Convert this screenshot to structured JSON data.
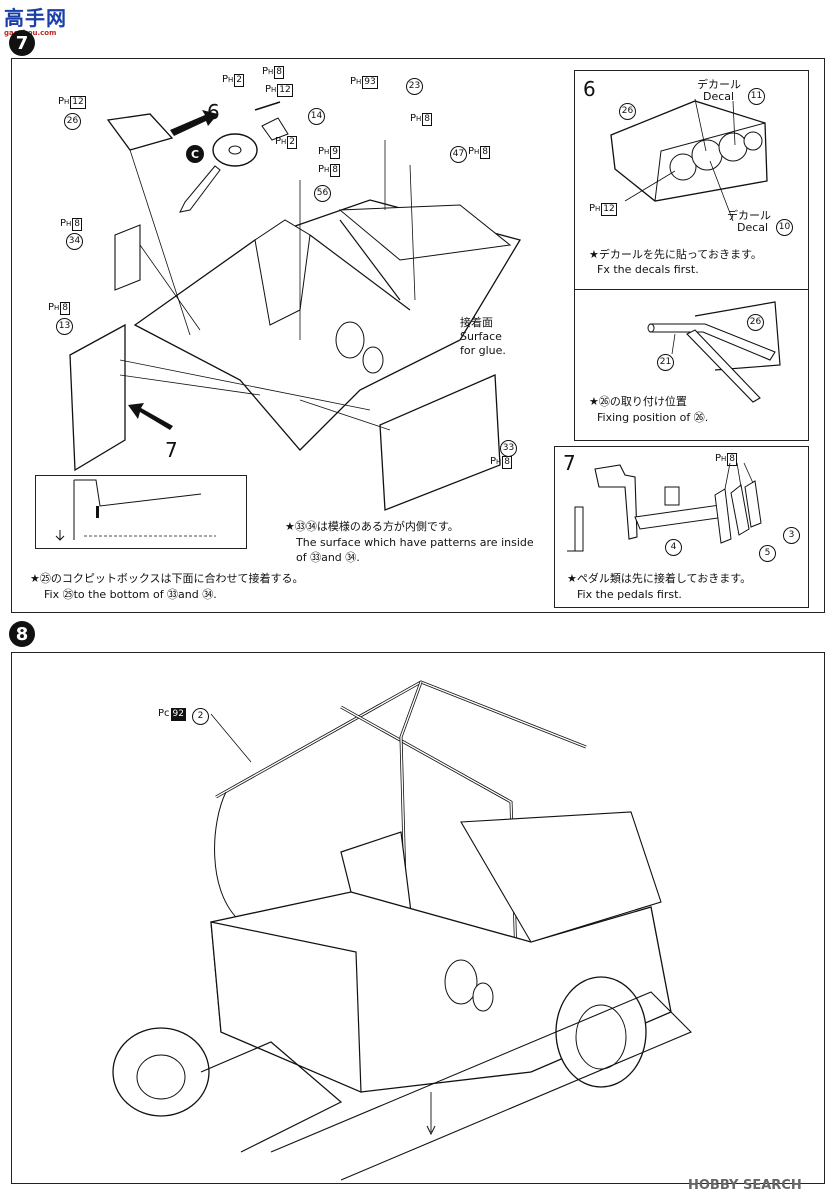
{
  "watermark_top": {
    "title": "高手网",
    "subtitle": "gaoshou.com"
  },
  "watermark_bottom": "HOBBY SEARCH",
  "step7": {
    "number": "7",
    "parts": {
      "p26": "26",
      "p14": "14",
      "p56": "56",
      "p23": "23",
      "p47": "47",
      "p34": "34",
      "p13": "13",
      "p33": "33",
      "pc": "C"
    },
    "codes": {
      "ph12_a": "12",
      "ph2_a": "2",
      "ph8_a": "8",
      "ph12_b": "12",
      "ph2_b": "2",
      "ph9": "9",
      "ph8_b": "8",
      "ph93": "93",
      "ph8_c": "8",
      "ph8_d": "8",
      "ph8_e": "8",
      "ph8_f": "8",
      "ph8_g": "8"
    },
    "arrow_6": "6",
    "arrow_7": "7",
    "glue_label": [
      "接着面",
      "Surface",
      "for glue."
    ],
    "note_33_34_jp": "★㉝㉞は模様のある方が内側です。",
    "note_33_34_en1": "The surface which have patterns are inside",
    "note_33_34_en2": "of ㉝and ㉞.",
    "note_25_jp": "★㉕のコクピットボックスは下面に合わせて接着する。",
    "note_25_en": "Fix ㉕to the bottom of ㉝and ㉞.",
    "sub6": {
      "number": "6",
      "decal_jp": "デカール",
      "decal_en": "Decal",
      "decal_num_a": "11",
      "decal_num_b": "10",
      "part": "26",
      "code": "12",
      "note_jp": "★デカールを先に貼っておきます。",
      "note_en": "Fx the decals first."
    },
    "sub_fix": {
      "part_a": "26",
      "part_b": "21",
      "note_jp": "★㉖の取り付け位置",
      "note_en": "Fixing position of ㉖."
    },
    "sub7": {
      "number": "7",
      "code": "8",
      "parts": {
        "p3": "3",
        "p4": "4",
        "p5": "5"
      },
      "note_jp": "★ペダル類は先に接着しておきます。",
      "note_en": "Fix the pedals first."
    }
  },
  "step8": {
    "number": "8",
    "code_prefix": "Pc",
    "code": "92",
    "part": "2"
  }
}
